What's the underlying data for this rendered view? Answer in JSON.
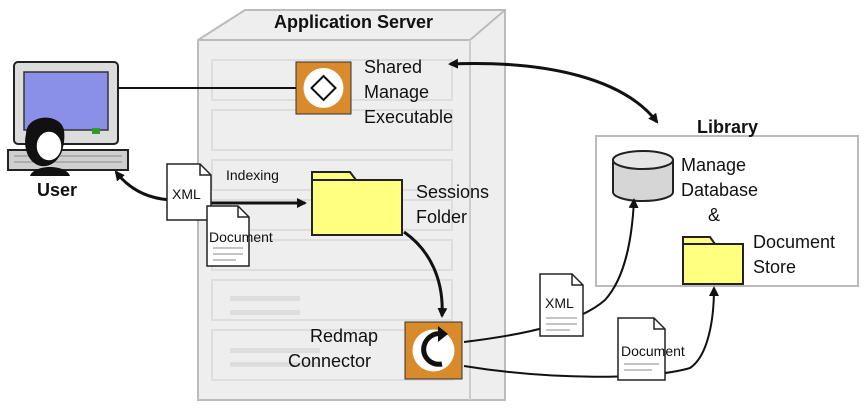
{
  "server": {
    "title": "Application Server"
  },
  "library": {
    "title": "Library"
  },
  "user": {
    "label": "User"
  },
  "shared_executable": {
    "line1": "Shared",
    "line2": "Manage",
    "line3": "Executable"
  },
  "sessions_folder": {
    "line1": "Sessions",
    "line2": "Folder"
  },
  "redmap_connector": {
    "line1": "Redmap",
    "line2": "Connector"
  },
  "manage_database": {
    "line1": "Manage",
    "line2": "Database",
    "line3": "&"
  },
  "document_store": {
    "line1": "Document",
    "line2": "Store"
  },
  "flows": {
    "indexing": "Indexing",
    "xml_user": "XML",
    "document_user": "Document",
    "xml_library": "XML",
    "document_library": "Document"
  },
  "colors": {
    "folder_fill": "#ffff80",
    "icon_orange": "#d98a2a",
    "server_fill": "#eeeeee",
    "monitor_screen": "#8a8fe8",
    "database_fill": "#d6d6d6"
  }
}
